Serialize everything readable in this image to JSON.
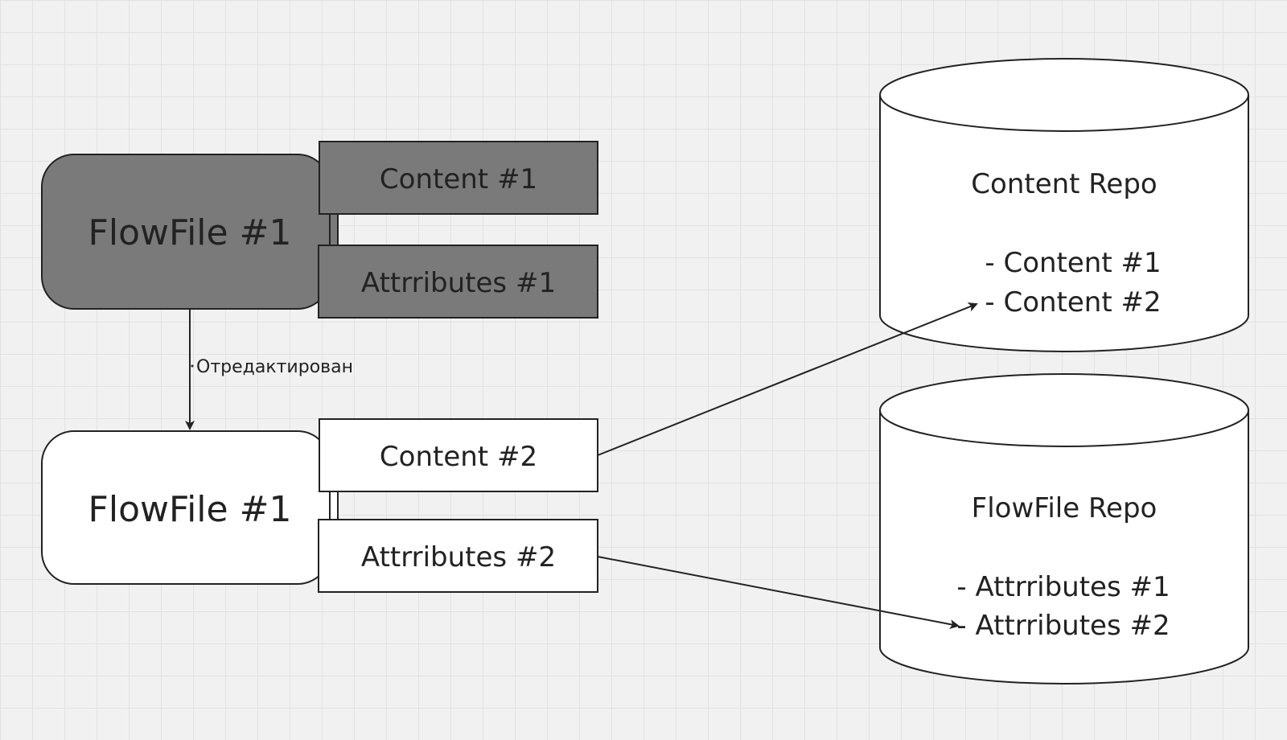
{
  "diagram": {
    "old_version": {
      "flowfile_label": "FlowFile #1",
      "content_label": "Content #1",
      "attributes_label": "Attrributes #1"
    },
    "edit_edge_label": "Отредактирован",
    "new_version": {
      "flowfile_label": "FlowFile #1",
      "content_label": "Content #2",
      "attributes_label": "Attrributes #2"
    },
    "content_repo": {
      "title": "Content Repo",
      "items": [
        "- Content #1",
        "- Content #2"
      ]
    },
    "flowfile_repo": {
      "title": "FlowFile Repo",
      "items": [
        "- Attrributes #1",
        "- Attrributes #2"
      ]
    }
  },
  "colors": {
    "canvas_background": "#f1f1f1",
    "grid_line": "#e2e2e2",
    "old_version_fill": "#7a7a7a",
    "new_version_fill": "#ffffff",
    "stroke": "#222222"
  }
}
